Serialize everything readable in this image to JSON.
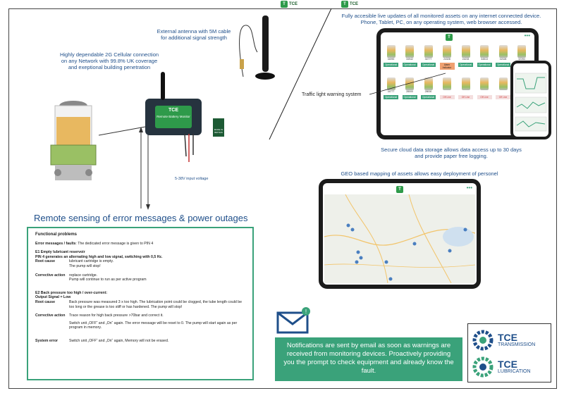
{
  "top_logos": [
    "TCE",
    "TCE"
  ],
  "captions": {
    "antenna": [
      "External antenna with 5M cable",
      "for additional signal strength"
    ],
    "cellular": [
      "Highly dependable 2G Cellular connection",
      "on any Network with 99.8% UK coverage",
      "and exeptional building penetration"
    ],
    "voltage": "5-38V input voltage",
    "live_updates": [
      "Fully accesible live updates of all monitored assets on any internet connected device.",
      "Phone, Tablet, PC, on any operating system, web browser accessed."
    ],
    "traffic_light": "Traffic light warning system",
    "cloud": [
      "Secure cloud data storage allows data access up to 30 days",
      "and provide paper free logging."
    ],
    "geo": "GEO based mapping of assets allows easy deployment of personel"
  },
  "device": {
    "brand": "TCE",
    "label": "Remote Battery Monitor",
    "badge": [
      "MADE IN",
      "BRITAIN"
    ]
  },
  "section_title": "Remote sensing of error messages & power outages",
  "functional": {
    "heading": "Functional problems",
    "error_label": "Error messages / faults",
    "error_text": "The dedicated error message is given to PIN 4",
    "e1_title": "E1  Empty lubricant reservoir",
    "e1_sub": "PIN 4 generates an alternating high and low signal, switching with 0,5 Hz.",
    "e1_root_label": "Root cause",
    "e1_root": [
      "lubricant cartridge is empty.",
      "The pump will stop!"
    ],
    "e1_corr_label": "Corrective action",
    "e1_corr": [
      "replace cartridge.",
      "Pump will continue to run as per active program"
    ],
    "e2_title": "E2  Back pressure too high / over-current:",
    "e2_sub": "Output Signal = Low",
    "e2_root_label": "Root cause",
    "e2_root": "Back pressure was measured 3 x too high. The lubrication point could be clogged, the tube length could be too long or the grease is too stiff or has hardened. The pump will stop!",
    "e2_corr_label": "Corrective action",
    "e2_corr1": "Trace reason for high back pressure >70bar and correct it.",
    "e2_corr2": "Switch unit „OFF“ and „On“ again. The error message will be reset to 0. The pump will start again as per program in memory.",
    "sys_label": "System error",
    "sys_text": "Switch unit „OFF“ and „On“ again, Memory will not be erased."
  },
  "notification": "Notifications are sent by email as soon as warnings are received from monitoring devices. Proactively providing you the prompt to check equipment and already know the fault.",
  "brands": [
    {
      "name": "TCE",
      "sub": "TRANSMISSION"
    },
    {
      "name": "TCE",
      "sub": "LUBRICATION"
    }
  ],
  "dashboard": {
    "ids_row1": [
      "34990",
      "34942",
      "34777",
      "24328",
      "24233",
      "34513",
      "32328",
      "32284"
    ],
    "status_row1": [
      "Operational",
      "Operational",
      "Operational",
      "Alarm Indicator",
      "Operational",
      "Operational",
      "Operational",
      "Operational"
    ],
    "ids_row2": [
      "34777",
      "28000",
      "28000",
      "",
      "",
      "",
      "",
      ""
    ],
    "status_row2": [
      "Operational",
      "Operational",
      "Operational",
      "Off Line",
      "Off Line",
      "Off Line",
      "Off Line",
      "Off Line"
    ]
  },
  "colors": {
    "accent_green": "#3aa27a",
    "title_blue": "#1f4f8a",
    "operational": "#3aa27a",
    "alarm": "#f0a070",
    "offline": "#d04040"
  }
}
